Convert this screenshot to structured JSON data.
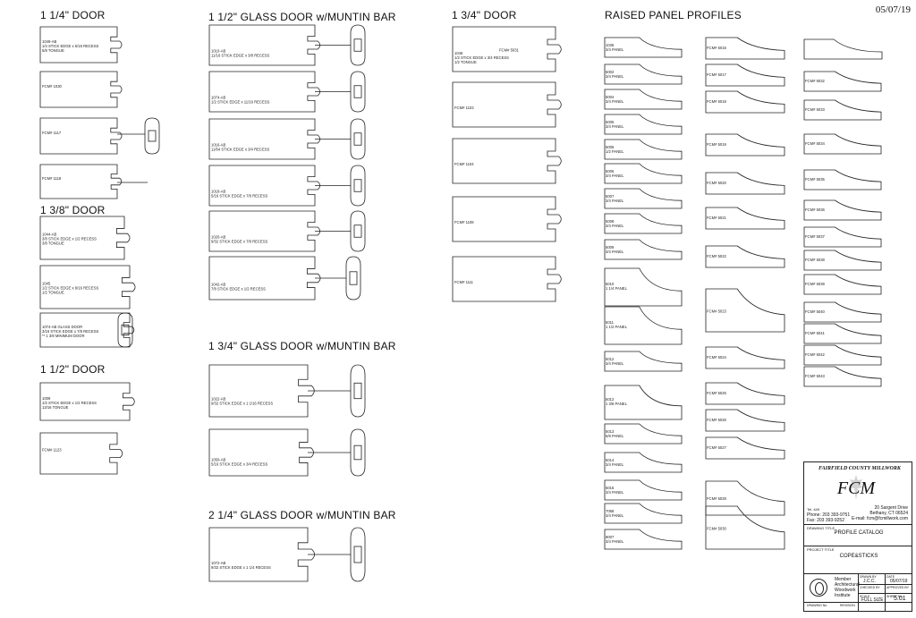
{
  "date": "05/07/19",
  "sections": {
    "d114": "1 1/4\" DOOR",
    "d112glass": "1 1/2\" GLASS DOOR w/MUNTIN BAR",
    "d134": "1 3/4\" DOOR",
    "raised": "RAISED PANEL PROFILES",
    "d138": "1 3/8\" DOOR",
    "d112": "1 1/2\" DOOR",
    "d134glass": "1 3/4\" GLASS DOOR w/MUNTIN BAR",
    "d214glass": "2 1/4\" GLASS DOOR w/MUNTIN BAR"
  },
  "col1": [
    {
      "lines": [
        "1049-AB",
        "1/4 STICK EDGE x 5/16 RECESS",
        "5/8 TONGUE"
      ]
    },
    {
      "lines": [
        "FCM# 1030"
      ]
    },
    {
      "lines": [
        "FCM# 1117"
      ]
    },
    {
      "lines": [
        "FCM# 1118"
      ]
    },
    {
      "lines": [
        "1044-AB",
        "3/8 STICK EDGE x 1/2 RECESS",
        "3/8 TONGUE"
      ]
    },
    {
      "lines": [
        "1045",
        "1/2 STICK EDGE x 9/16 RECESS",
        "1/2 TONGUE"
      ]
    },
    {
      "lines": [
        "1074-AB GLASS DOOR",
        "3/16 STICK EDGE x 7/8 RECESS",
        "** 1 3/8 MINIMUM DOOR"
      ]
    },
    {
      "lines": [
        "1009",
        "1/2 STICK EDGE x 1/2 RECESS",
        "13/16 TONGUE"
      ]
    },
    {
      "lines": [
        "FCM# 1123"
      ]
    }
  ],
  "col2": [
    {
      "lines": [
        "1010-AB",
        "11/16 STICK EDGE x 3/8 RECESS"
      ]
    },
    {
      "lines": [
        "1074-AB",
        "1/2 STICK EDGE x 11/16 RECESS"
      ]
    },
    {
      "lines": [
        "1016-AB",
        "11/64 STICK EDGE x 3/4 RECESS"
      ]
    },
    {
      "lines": [
        "1018-AB",
        "5/16 STICK EDGE x 7/8 RECESS"
      ]
    },
    {
      "lines": [
        "1020-AB",
        "9/32 STICK EDGE x 7/8 RECESS"
      ]
    },
    {
      "lines": [
        "1042-AB",
        "7/8 STICK EDGE x 1/2 RECESS"
      ]
    },
    {
      "lines": [
        "1022-AB",
        "9/32 STICK EDGE x 1 1/16 RECESS"
      ]
    },
    {
      "lines": [
        "1050-AB",
        "5/16 STICK EDGE x 3/4 RECESS"
      ]
    },
    {
      "lines": [
        "1072-AB",
        "9/32 STICK EDGE x 1 1/4 RECESS"
      ]
    }
  ],
  "col3": [
    {
      "lines": [
        "1046",
        "1/2 STICK EDGE x 3/4 RECESS",
        "1/2 TONGUE"
      ],
      "right": "FCM# 5031"
    },
    {
      "lines": [
        "FCM# 1103"
      ]
    },
    {
      "lines": [
        "FCM# 1104"
      ]
    },
    {
      "lines": [
        "FCM# 1108"
      ]
    },
    {
      "lines": [
        "FCM# 1111"
      ]
    }
  ],
  "panelsA": [
    {
      "num": "1036",
      "size": "3/4 PANEL"
    },
    {
      "num": "5002",
      "size": "3/4 PANEL"
    },
    {
      "num": "5004",
      "size": "3/4 PANEL"
    },
    {
      "num": "5005",
      "size": "3/4 PANEL"
    },
    {
      "num": "5006",
      "size": "1/2 PANEL"
    },
    {
      "num": "5006",
      "size": "3/4 PANEL"
    },
    {
      "num": "5007",
      "size": "3/4 PANEL"
    },
    {
      "num": "5008",
      "size": "3/4 PANEL"
    },
    {
      "num": "5009",
      "size": "3/4 PANEL"
    },
    {
      "num": "5010",
      "size": "1 1/4 PANEL"
    },
    {
      "num": "5011",
      "size": "1 1/2 PANEL"
    },
    {
      "num": "5012",
      "size": "3/4 PANEL"
    },
    {
      "num": "5012",
      "size": "1 3/8 PANEL"
    },
    {
      "num": "5013",
      "size": "5/8 PANEL"
    },
    {
      "num": "5014",
      "size": "3/4 PANEL"
    },
    {
      "num": "5015",
      "size": "3/4 PANEL"
    },
    {
      "num": "7068",
      "size": "3/4 PANEL"
    },
    {
      "num": "9007",
      "size": "3/4 PANEL"
    }
  ],
  "panelsB": [
    "FCM# 5016",
    "FCM# 5017",
    "FCM# 5018",
    "FCM# 5019",
    "FCM# 5020",
    "FCM# 5021",
    "FCM# 5022",
    "FCM# 5023",
    "FCM# 5024",
    "FCM# 5025",
    "FCM# 5026",
    "FCM# 5027",
    "FCM# 5028",
    "FCM# 5030"
  ],
  "panelsC": [
    "FCM# 5032",
    "FCM# 5033",
    "FCM# 5034",
    "FCM# 5035",
    "FCM# 5036",
    "FCM# 5037",
    "FCM# 5038",
    "FCM# 5039",
    "FCM# 5040",
    "FCM# 5041",
    "FCM# 5042",
    "FCM# 5043"
  ],
  "titleblock": {
    "company": "FAIRFIELD COUNTY MILLWORK",
    "logo": "FCM",
    "address1": "20 Sargent Drive",
    "address2": "Bethany, CT 06524",
    "email": "E-mail: fcm@fcmillwork.com",
    "phone": "Phone: 203 393-9751",
    "fax": "Fax: 203 393-9252",
    "tel_label": "Tel. 449",
    "drawing_title_label": "DRAWING TITLE",
    "drawing_title": "PROFILE CATALOG",
    "project_title_label": "PROJECT TITLE",
    "project_title": "COPE&STICKS",
    "member1": "Member",
    "member2": "Architectural",
    "member3": "Woodwork",
    "member4": "Institute",
    "drawn_label": "DRAWN BY",
    "drawn": "J.C.C.",
    "date_label": "DATE",
    "date": "05/07/19",
    "checked_label": "CHECKED BY",
    "approved_label": "APPROVED BY",
    "scale_label": "SCALE",
    "scale": "FULL SIZE",
    "sheet_label": "SHEET No.",
    "sheet": "5.01",
    "drawing_no_label": "DRAWING No.",
    "revision_label": "REVISION"
  }
}
